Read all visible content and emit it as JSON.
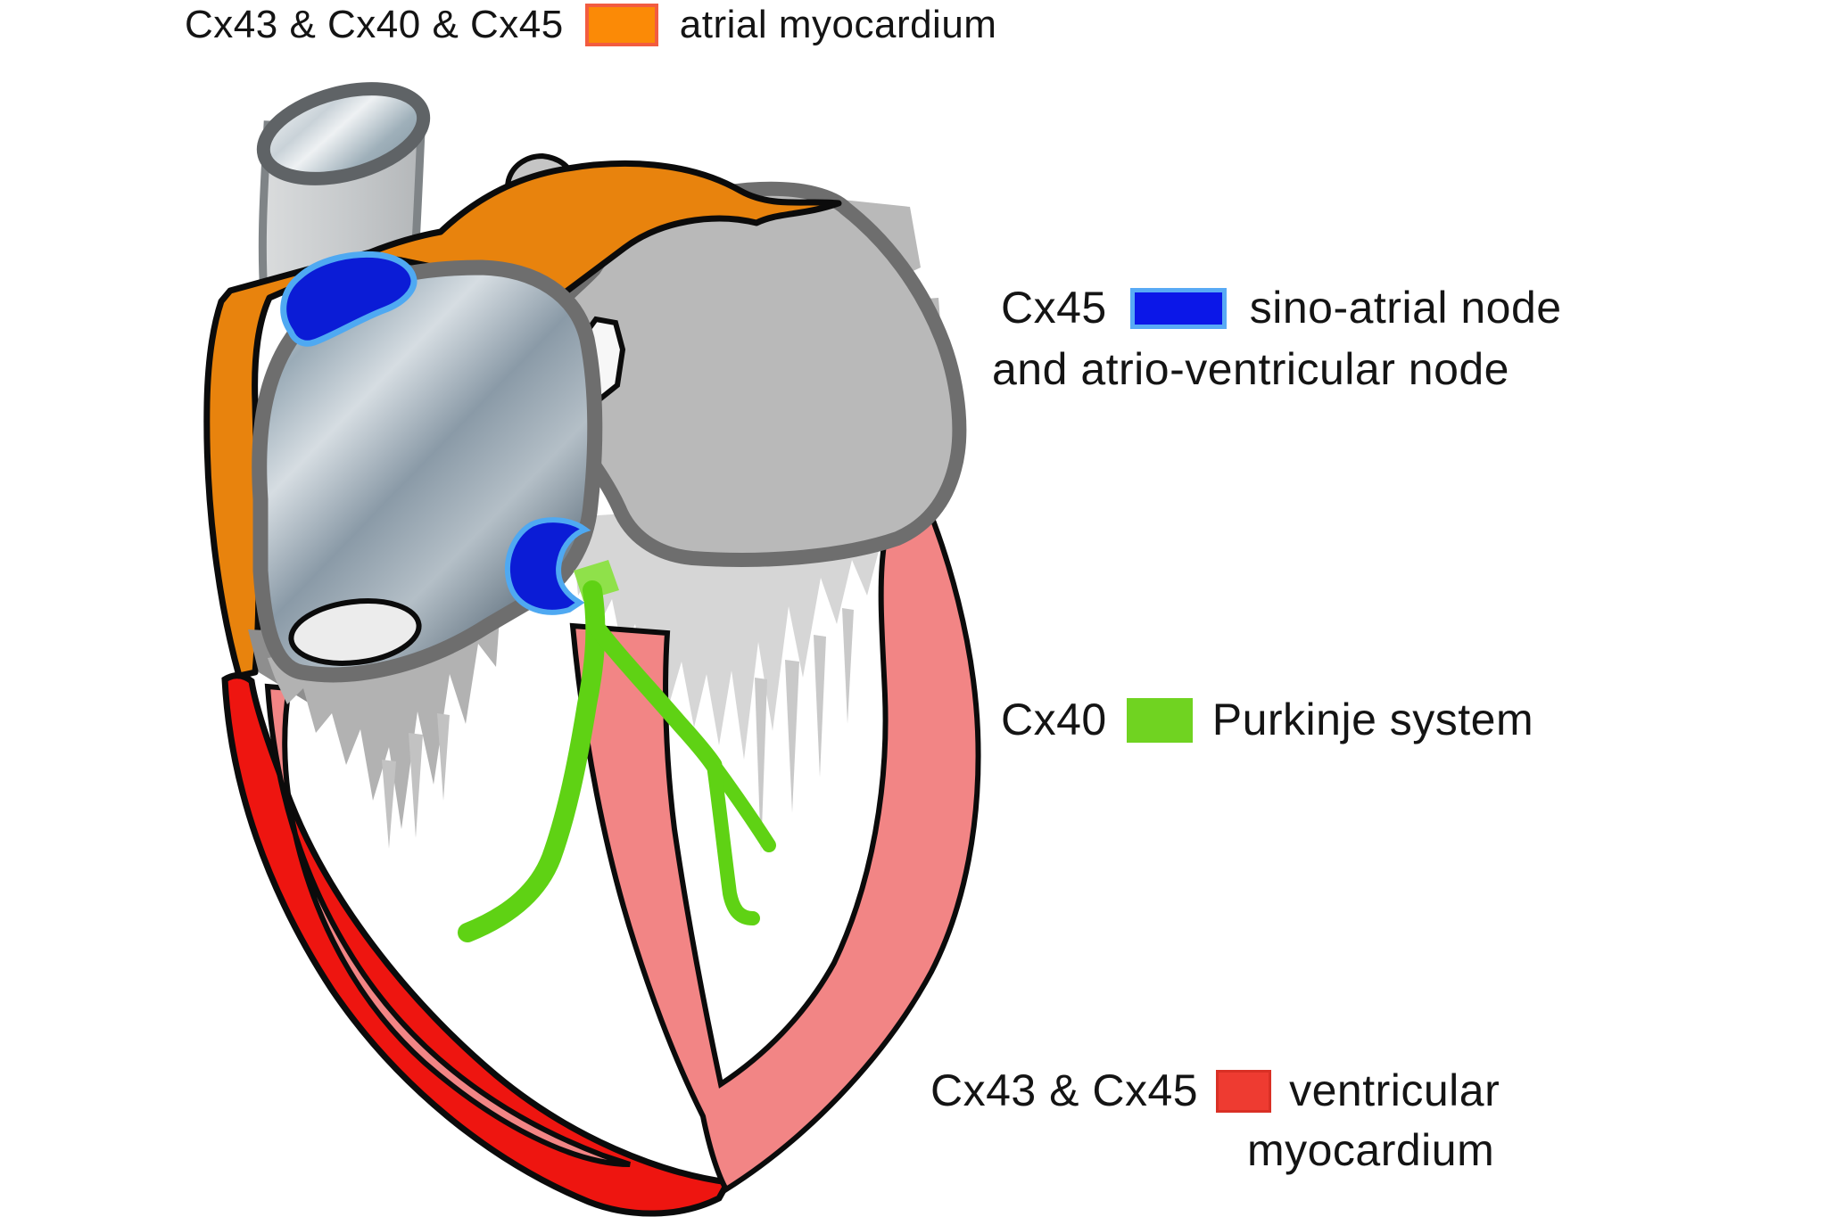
{
  "legend": {
    "atrial": {
      "proteins": "Cx43 & Cx40  & Cx45",
      "label": "atrial myocardium"
    },
    "nodes": {
      "proteins": "Cx45",
      "label_line1": "sino-atrial node",
      "label_line2": "and atrio-ventricular node"
    },
    "purkinje": {
      "proteins": "Cx40",
      "label": "Purkinje system"
    },
    "ventricular": {
      "proteins": "Cx43 & Cx45",
      "label_line1": "ventricular",
      "label_line2": "myocardium"
    }
  },
  "colors": {
    "swatch-atrial": "#FB8A06",
    "swatch-atrial-border": "#F25C40",
    "swatch-nodes": "#0B17E8",
    "swatch-nodes-border": "#58AAF5",
    "swatch-purkinje": "#70D321",
    "swatch-vm": "#EE3B31",
    "swatch-vm-border": "#D93025",
    "atrial-myocardium": "#E8830D",
    "node-blue": "#0B1CD6",
    "node-border": "#4FA9F2",
    "purkinje-green": "#5FD214",
    "purkinje-stub": "#8FE14A",
    "ventricular-red": "#EE1510",
    "ventricular-salmon": "#F28585",
    "atrium-gray": "#B9B9B9",
    "gray-border": "#6E6E6E",
    "tube-gray": "#C6C9CB",
    "tube-border": "#7F8487",
    "curtain-gray": "#D6D6D6",
    "chordae-gray": "#AFAFAF",
    "leaflet-dark-gray": "#8E8E8E",
    "outline-black": "#0B0B0B"
  }
}
